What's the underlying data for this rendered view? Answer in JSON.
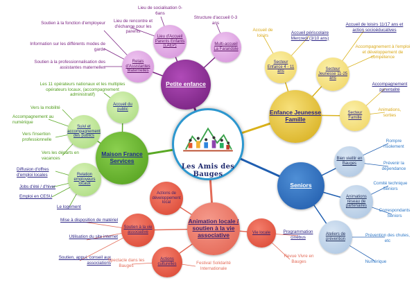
{
  "center": {
    "logo_text": "Les Amis des Bauges"
  },
  "colors": {
    "purple": "#7b2483",
    "yellow": "#d9b11a",
    "blue": "#1f5eb0",
    "green": "#5aa925",
    "red": "#e36b58",
    "center_border": "#2c97cf"
  },
  "petite_enfance": {
    "label": "Petite enfance",
    "laep": {
      "label": "Lieu d'Accueil Parents Enfants (LAEP)"
    },
    "multi_accueil": {
      "label": "Multi-accueil La Farandole"
    },
    "relais": {
      "label": "Relais d'Assistantes Maternelles"
    },
    "labels": {
      "socialisation": "Lieu de socialisation 0-6ans",
      "rencontre": "Lieu de rencontre et d'échange pour les parents",
      "structure": "Structure d'accueil 0-3 ans",
      "soutien_employeur": "Soutien à la fonction d'employeur",
      "information": "Information sur les différents modes de garde",
      "professionnalisation": "Soutien à la professionnalisation des assistantes maternelles"
    }
  },
  "enfance": {
    "label": "Enfance Jeunesse Famille",
    "secteur_enfance": {
      "label": "Secteur Enfance 4 - 11 ans"
    },
    "secteur_jeunesse": {
      "label": "Secteur Jeunesse 11-25 ans"
    },
    "secteur_famille": {
      "label": "Secteur Famille"
    },
    "labels": {
      "accueil_loisirs": "Accueil de loisirs",
      "periscolaire": "Accueil périscolaire Mercredi (3/10 ans)",
      "loisirs_11_17": "Accueil de loisirs 11/17 ans et action socioéducatives",
      "accompagnement_emploi": "Accompagnement à l'emploi et développement de compétence",
      "parentalite": "Accompagnement parentalité",
      "animations": "Animations, sorties"
    }
  },
  "seniors": {
    "label": "Seniors",
    "bien_vieillir": {
      "label": "Bien vieillir en Bauges"
    },
    "animations_reseau": {
      "label": "Animations réseau de partenaires"
    },
    "ateliers": {
      "label": "Ateliers de prévention"
    },
    "labels": {
      "rompre": "Rompre l'isolement",
      "prevenir": "Prévenir la dépendance",
      "comite": "Comité technique Séniors",
      "correspondants": "Correspondants Séniors",
      "prevention_chutes": "Prévention des chutes, etc",
      "numerique": "Numérique"
    }
  },
  "animation": {
    "label": "Animation locale / soutien à la vie associative",
    "actions_dev": {
      "label": "Actions de développement local"
    },
    "soutien_vie": {
      "label": "Soutien à la vie associative"
    },
    "actions_culturelles": {
      "label": "Actions culturelles"
    },
    "vie_locale": {
      "label": "Vie locale"
    },
    "labels": {
      "mise_disposition": "Mise à disposition de matériel",
      "utilisation": "Utilisation du site internet",
      "soutien_appui": "Soutien, appui, conseil aux associations",
      "spectacle": "Spectacle dans les Bauges",
      "festival": "Festival Solidarité Internationale",
      "programmation": "Programmation cinébus",
      "revue": "Revue Vivre en Bauges"
    }
  },
  "mfs": {
    "label": "Maison France Services",
    "accueil_public": {
      "label": "Accueil du public"
    },
    "suivi": {
      "label": "Suivi et accompagnement des publics"
    },
    "relation_employeurs": {
      "label": "Relation employeurs locaux"
    },
    "labels": {
      "operateurs": "Les 11 opérateurs nationaux et les multiples opérateurs locaux, (accompagnement administratif)",
      "mobilite": "Vers la mobilité",
      "numerique": "Accompagnement au numérique",
      "insertion": "Vers l'insertion professionnelle",
      "departs": "Vers les départs en vacances",
      "diffusion": "Diffusion d'offres d'emploi locales",
      "jobs": "Jobs d'été / d'hiver",
      "cesu": "Emploi en CESU",
      "logement": "Le logement"
    }
  }
}
